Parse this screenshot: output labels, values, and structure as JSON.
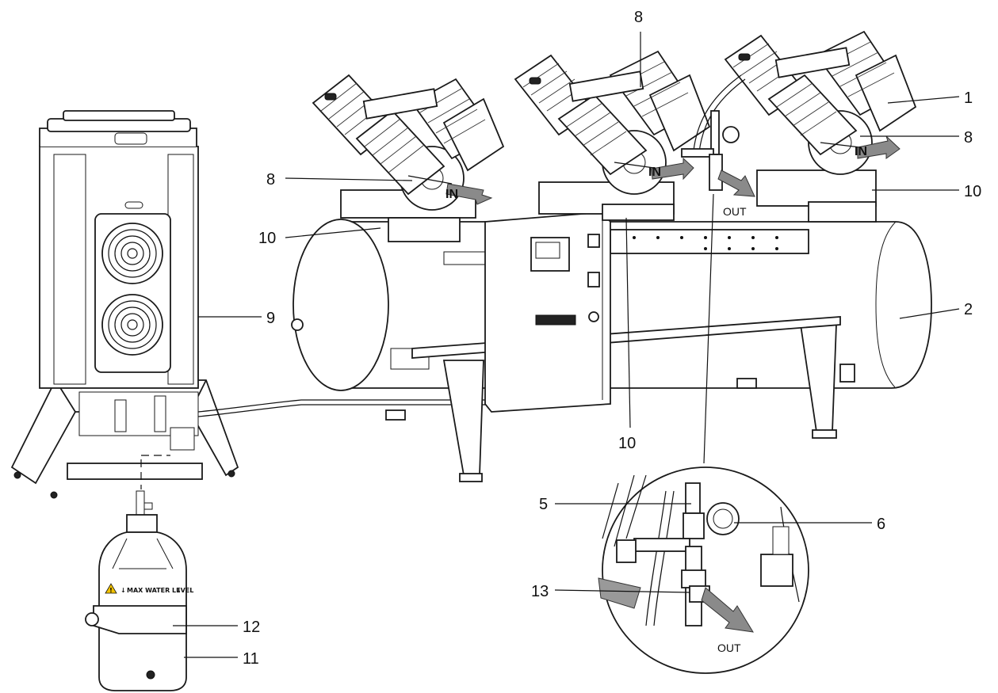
{
  "diagram": {
    "callouts": {
      "c1": "1",
      "c2": "2",
      "c5": "5",
      "c6": "6",
      "c8_top": "8",
      "c8_left": "8",
      "c8_right": "8",
      "c9": "9",
      "c10_left": "10",
      "c10_right": "10",
      "c10_bottom": "10",
      "c11": "11",
      "c12": "12",
      "c13": "13"
    },
    "flow_labels": {
      "in_left": "IN",
      "in_middle": "IN",
      "in_right": "IN",
      "out_main": "OUT",
      "out_detail": "OUT"
    },
    "bottle_label": "MAX WATER LEVEL",
    "colors": {
      "line": "#111111",
      "arrow": "#8a8a8a",
      "warning": "#f2c200"
    }
  }
}
